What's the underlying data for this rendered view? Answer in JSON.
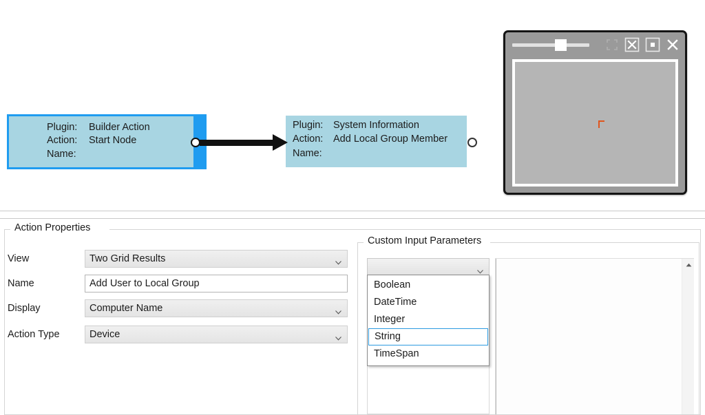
{
  "canvas": {
    "nodes": [
      {
        "id": "start",
        "selected": true,
        "rows": [
          {
            "label": "Plugin:",
            "value": "Builder Action"
          },
          {
            "label": "Action:",
            "value": "Start Node"
          },
          {
            "label": "Name:",
            "value": ""
          }
        ]
      },
      {
        "id": "sysinfo",
        "selected": false,
        "rows": [
          {
            "label": "Plugin:",
            "value": "System Information"
          },
          {
            "label": "Action:",
            "value": "Add Local Group Member"
          },
          {
            "label": "Name:",
            "value": ""
          }
        ]
      }
    ],
    "colors": {
      "node_fill": "#a8d5e2",
      "node_selected_accent": "#1f9cf0",
      "link": "#111111"
    }
  },
  "minimap": {
    "zoom_slider": {
      "value_percent": 50
    },
    "buttons": [
      {
        "name": "fit-to-screen-icon",
        "label": "Fit To Screen"
      },
      {
        "name": "expand-icon",
        "label": "Expand"
      },
      {
        "name": "restore-icon",
        "label": "Restore"
      },
      {
        "name": "close-icon",
        "label": "Close"
      }
    ],
    "marker_color": "#e0551d"
  },
  "action_properties": {
    "title": "Action Properties",
    "fields": [
      {
        "label": "View",
        "control": "combo",
        "value": "Two Grid Results"
      },
      {
        "label": "Name",
        "control": "textbox",
        "value": "Add User to Local Group"
      },
      {
        "label": "Display",
        "control": "combo",
        "value": "Computer Name"
      },
      {
        "label": "Action Type",
        "control": "combo",
        "value": "Device"
      }
    ]
  },
  "custom_input_parameters": {
    "title": "Custom Input Parameters",
    "type_combo": {
      "value": "",
      "placeholder": "",
      "expanded": true,
      "options": [
        "Boolean",
        "DateTime",
        "Integer",
        "String",
        "TimeSpan"
      ],
      "highlighted": "String"
    },
    "grid": {
      "rows": [],
      "scrollbar": {
        "visible": true,
        "position": "top"
      }
    }
  }
}
